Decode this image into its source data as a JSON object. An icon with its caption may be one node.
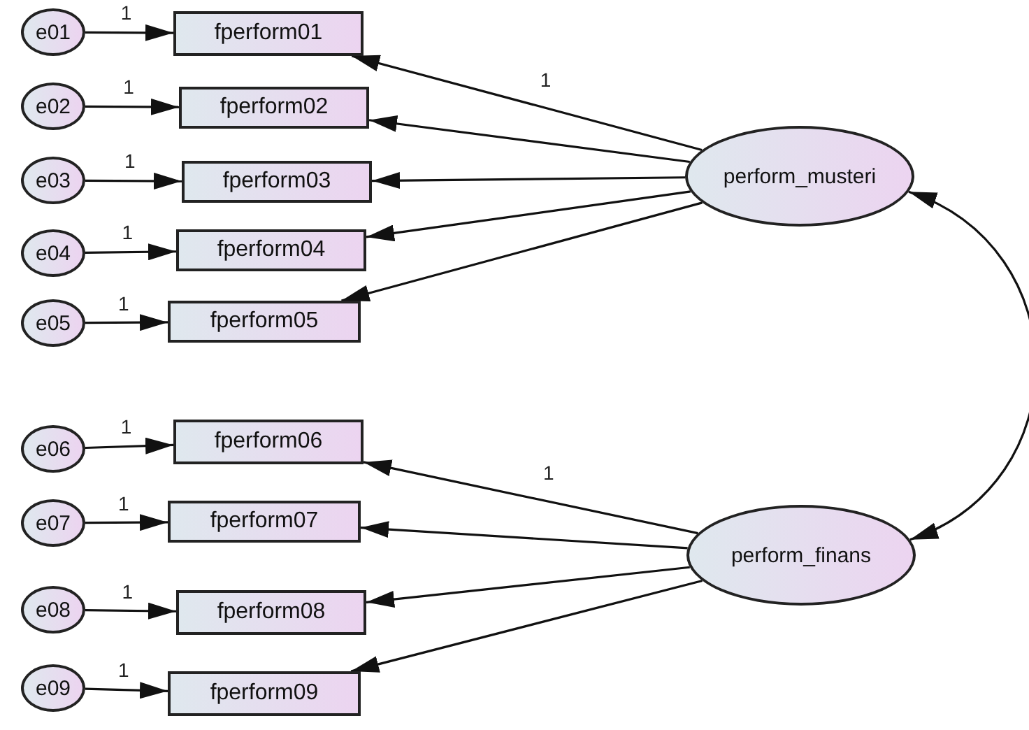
{
  "diagram": {
    "nodes": [
      {
        "text": [
          "e01"
        ]
      },
      {
        "text": [
          "e02"
        ]
      },
      {
        "text": [
          "e03"
        ]
      },
      {
        "text": [
          "e04"
        ]
      },
      {
        "text": [
          "e05"
        ]
      },
      {
        "text": [
          "e06"
        ]
      },
      {
        "text": [
          "e07"
        ]
      },
      {
        "text": [
          "e08"
        ]
      },
      {
        "text": [
          "e09"
        ]
      },
      {
        "text": [
          "fperform01"
        ]
      },
      {
        "text": [
          "fperform02"
        ]
      },
      {
        "text": [
          "fperform03"
        ]
      },
      {
        "text": [
          "fperform04"
        ]
      },
      {
        "text": [
          "fperform05"
        ]
      },
      {
        "text": [
          "fperform06"
        ]
      },
      {
        "text": [
          "fperform07"
        ]
      },
      {
        "text": [
          "fperform08"
        ]
      },
      {
        "text": [
          "fperform09"
        ]
      },
      {
        "text": [
          "perform_musteri"
        ]
      },
      {
        "text": [
          "perform_finans"
        ]
      }
    ],
    "edges": [
      {
        "from": 0,
        "to": 9,
        "arrow": "to",
        "label": "1"
      },
      {
        "from": 1,
        "to": 10,
        "arrow": "to",
        "label": "1"
      },
      {
        "from": 2,
        "to": 11,
        "arrow": "to",
        "label": "1"
      },
      {
        "from": 3,
        "to": 12,
        "arrow": "to",
        "label": "1"
      },
      {
        "from": 4,
        "to": 13,
        "arrow": "to",
        "label": "1"
      },
      {
        "from": 5,
        "to": 14,
        "arrow": "to",
        "label": "1"
      },
      {
        "from": 6,
        "to": 15,
        "arrow": "to",
        "label": "1"
      },
      {
        "from": 7,
        "to": 16,
        "arrow": "to",
        "label": "1"
      },
      {
        "from": 8,
        "to": 17,
        "arrow": "to",
        "label": "1"
      },
      {
        "from": 18,
        "to": 9,
        "arrow": "to",
        "label": "1"
      },
      {
        "from": 18,
        "to": 10,
        "arrow": "to"
      },
      {
        "from": 18,
        "to": 11,
        "arrow": "to"
      },
      {
        "from": 18,
        "to": 12,
        "arrow": "to"
      },
      {
        "from": 18,
        "to": 13,
        "arrow": "to"
      },
      {
        "from": 19,
        "to": 14,
        "arrow": "to",
        "label": "1"
      },
      {
        "from": 19,
        "to": 15,
        "arrow": "to"
      },
      {
        "from": 19,
        "to": 16,
        "arrow": "to"
      },
      {
        "from": 19,
        "to": 17,
        "arrow": "to"
      },
      {
        "from": 18,
        "to": 19,
        "arrow": "both"
      }
    ]
  }
}
